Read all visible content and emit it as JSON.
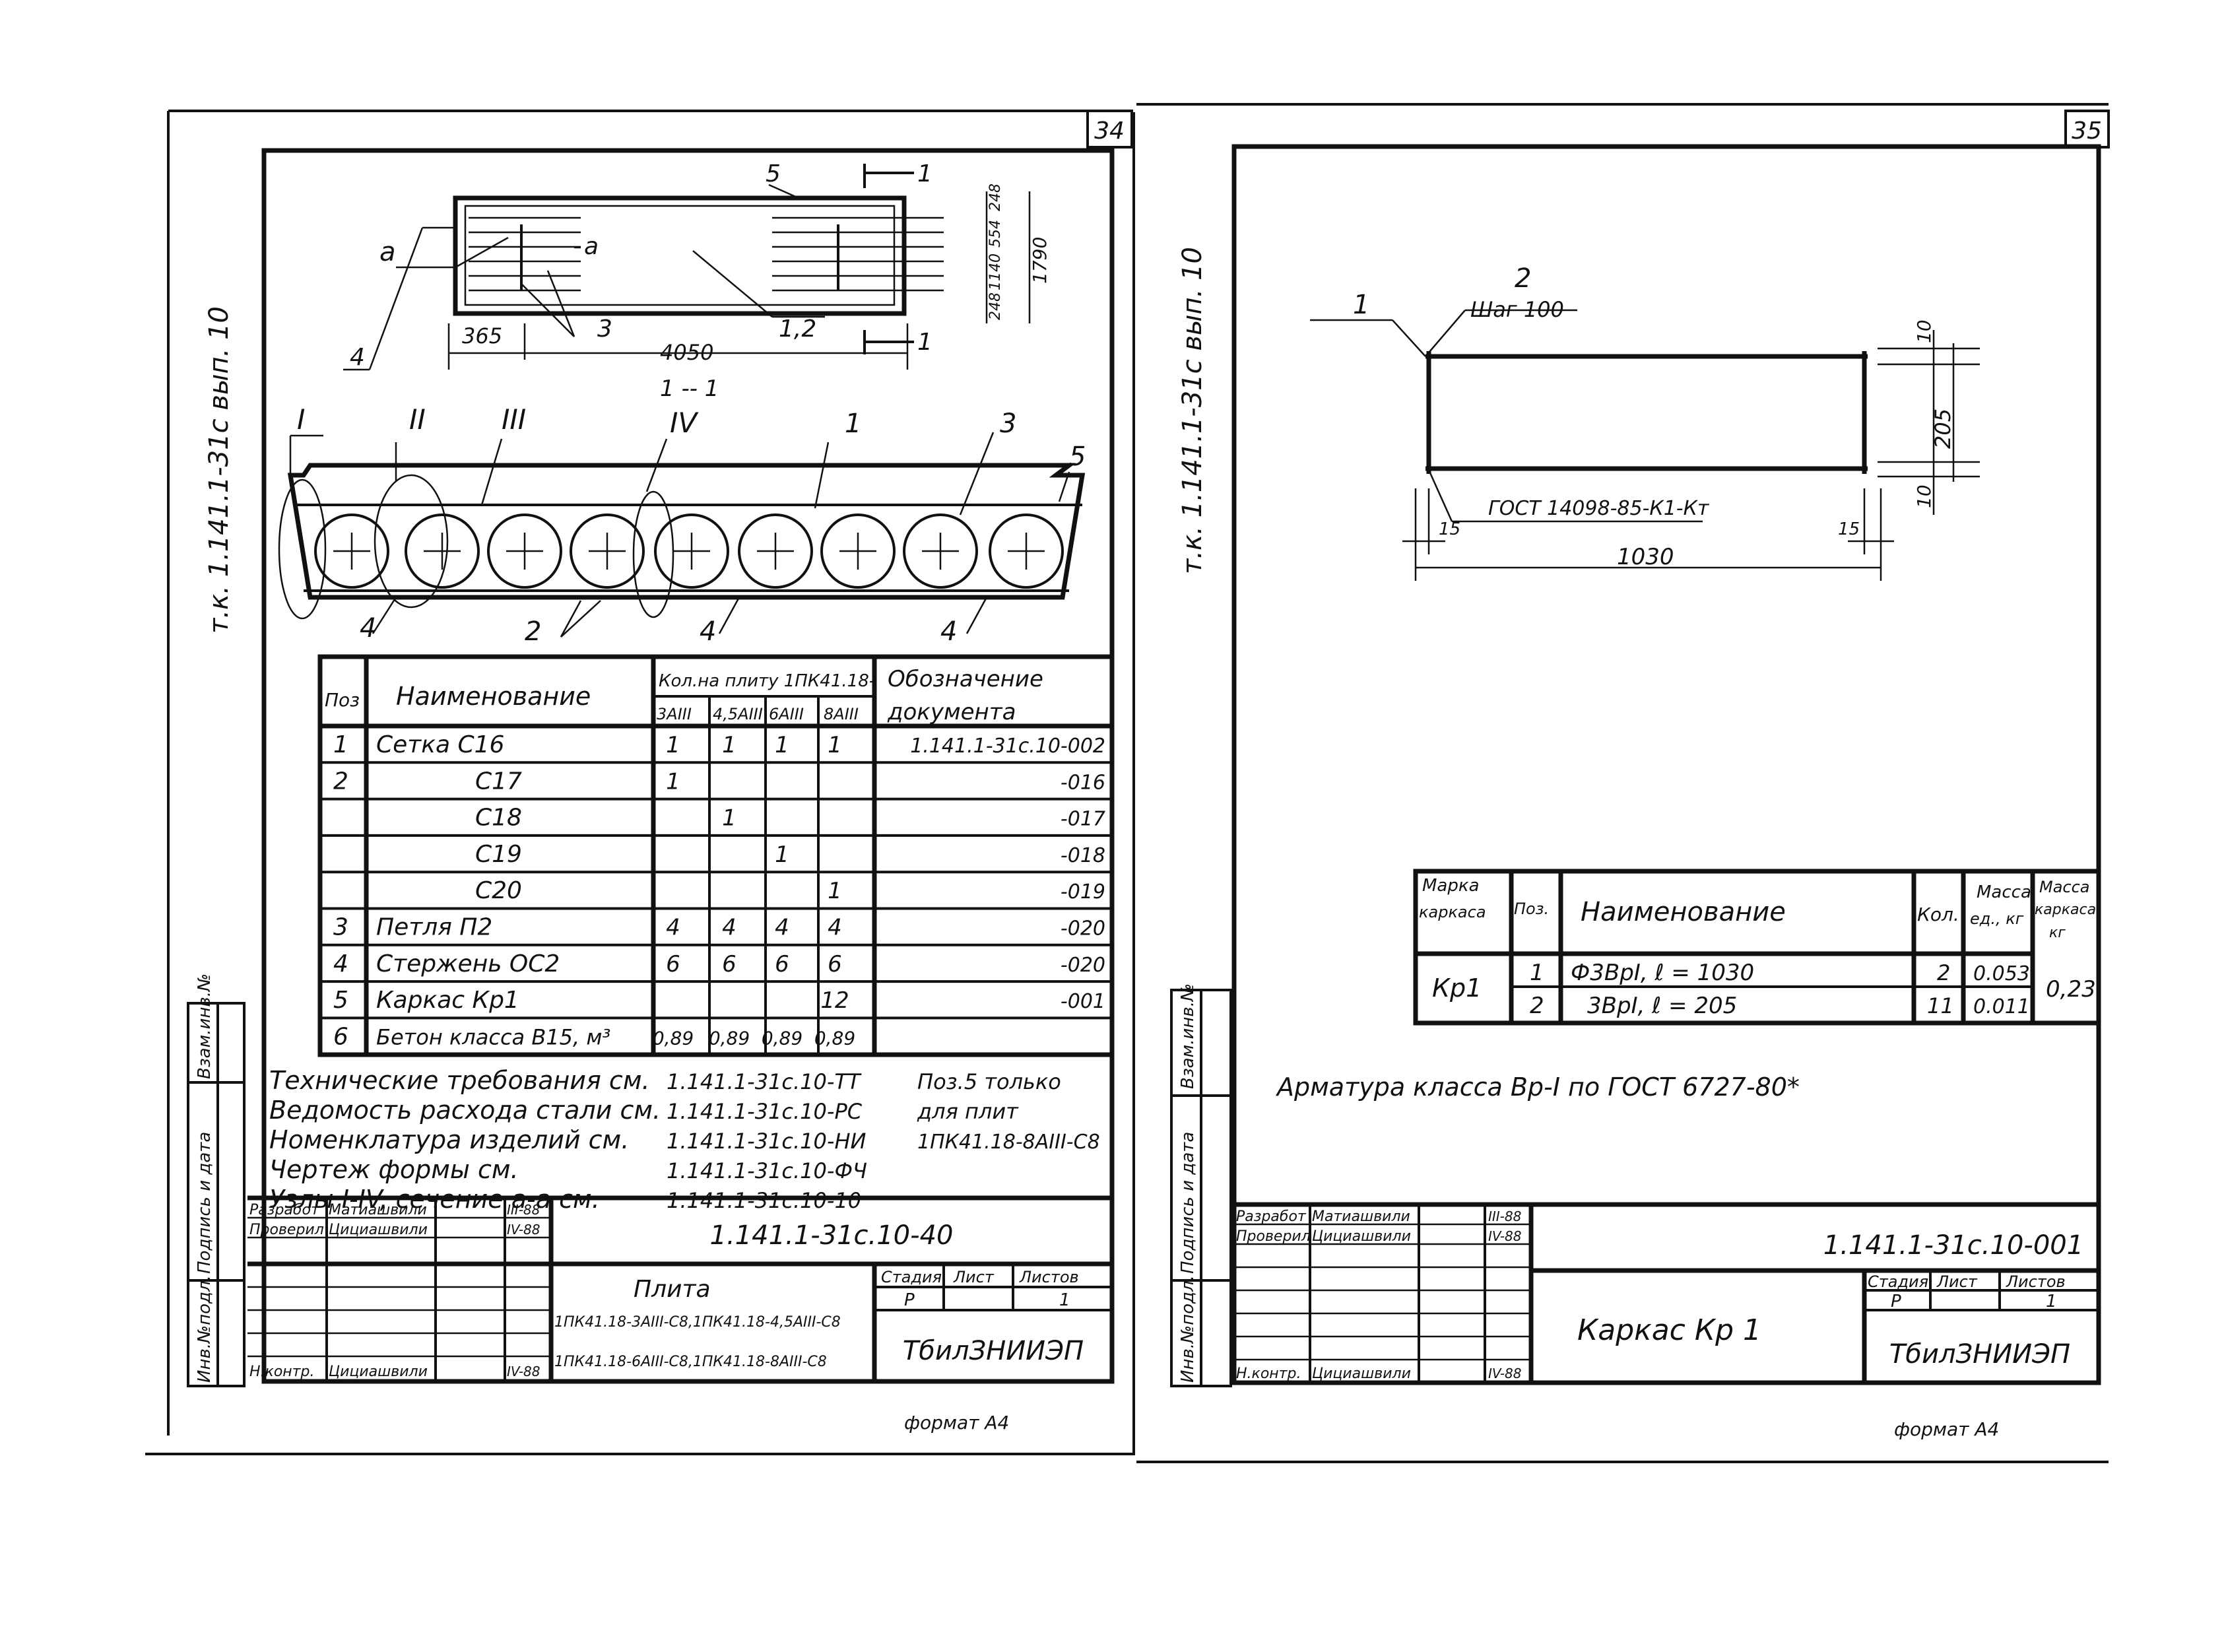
{
  "sheet_left": {
    "sheet_number": "34",
    "side_label": "т.к. 1.141.1-31с вып. 10",
    "plan": {
      "label_a_left": "а",
      "label_a_inner": "а",
      "label_5": "5",
      "label_4": "4",
      "label_3": "3",
      "label_12": "1,2",
      "dim_365": "365",
      "dim_4050": "4050",
      "cut_label": "1 -- 1",
      "cut_mark_top": "1",
      "cut_mark_bottom": "1",
      "dims_right": [
        "248",
        "1140",
        "554",
        "248"
      ],
      "dim_total": "1790"
    },
    "section": {
      "nodes": [
        "I",
        "II",
        "III",
        "IV"
      ],
      "pos1": "1",
      "pos3": "3",
      "pos5": "5",
      "pos4": [
        "4",
        "4",
        "4"
      ],
      "pos2": "2"
    },
    "spec_table": {
      "header_pos": "Поз",
      "header_name": "Наименование",
      "header_qty": "Кол.на плиту 1ПК41.18-",
      "qty_cols": [
        "3АIII",
        "4,5АIII",
        "6АIII",
        "8АIII"
      ],
      "header_doc_1": "Обозначение",
      "header_doc_2": "документа",
      "rows": [
        {
          "pos": "1",
          "name": "Сетка  С16",
          "q": [
            "1",
            "1",
            "1",
            "1"
          ],
          "doc": "1.141.1-31с.10-002"
        },
        {
          "pos": "2",
          "name": "С17",
          "q": [
            "1",
            "",
            "",
            ""
          ],
          "doc": "-016"
        },
        {
          "pos": "",
          "name": "С18",
          "q": [
            "",
            "1",
            "",
            ""
          ],
          "doc": "-017"
        },
        {
          "pos": "",
          "name": "С19",
          "q": [
            "",
            "",
            "1",
            ""
          ],
          "doc": "-018"
        },
        {
          "pos": "",
          "name": "С20",
          "q": [
            "",
            "",
            "",
            "1"
          ],
          "doc": "-019"
        },
        {
          "pos": "3",
          "name": "Петля  П2",
          "q": [
            "4",
            "4",
            "4",
            "4"
          ],
          "doc": "-020"
        },
        {
          "pos": "4",
          "name": "Стержень ОС2",
          "q": [
            "6",
            "6",
            "6",
            "6"
          ],
          "doc": "-020"
        },
        {
          "pos": "5",
          "name": "Каркас  Кр1",
          "q": [
            "",
            "",
            "",
            "12"
          ],
          "doc": "-001"
        },
        {
          "pos": "6",
          "name": "Бетон класса В15, м³",
          "q": [
            "0,89",
            "0,89",
            "0,89",
            "0,89"
          ],
          "doc": ""
        }
      ]
    },
    "notes": [
      {
        "text": "Технические требования см.",
        "ref": "1.141.1-31с.10-ТТ"
      },
      {
        "text": "Ведомость расхода стали см.",
        "ref": "1.141.1-31с.10-РС"
      },
      {
        "text": "Номенклатура изделий см.",
        "ref": "1.141.1-31с.10-НИ"
      },
      {
        "text": "Чертеж формы см.",
        "ref": "1.141.1-31с.10-ФЧ"
      },
      {
        "text": "Узлы I-IV, сечение а-а см.",
        "ref": "1.141.1-31с.10-10"
      }
    ],
    "side_note": [
      "Поз.5 только",
      "для плит",
      "1ПК41.18-8АIII-С8"
    ],
    "side_frame": [
      "Инв.№подл.",
      "Подпись и дата",
      "Взам.инв.№"
    ],
    "title_block": {
      "rows": [
        {
          "role": "Разработ",
          "name": "Матиашвили",
          "sign": "",
          "date": "III-88"
        },
        {
          "role": "Проверил",
          "name": "Цициашвили",
          "sign": "",
          "date": "IV-88"
        },
        {
          "role": "Н.контр.",
          "name": "Цициашвили",
          "sign": "",
          "date": "IV-88"
        }
      ],
      "code": "1.141.1-31с.10-40",
      "title": "Плита",
      "title_line1": "1ПК41.18-3АIII-С8,1ПК41.18-4,5АIII-С8",
      "title_line2": "1ПК41.18-6АIII-С8,1ПК41.18-8АIII-С8",
      "stage_label": "Стадия",
      "sheet_label": "Лист",
      "sheets_label": "Листов",
      "stage": "Р",
      "sheets": "1",
      "org": "ТбилЗНИИЭП"
    },
    "format": "формат А4"
  },
  "sheet_right": {
    "sheet_number": "35",
    "side_label": "т.к. 1.141.1-31с вып. 10",
    "frame_drawing": {
      "pos1": "1",
      "pos2": "2",
      "step": "Шаг 100",
      "gost": "ГОСТ 14098-85-К1-Кт",
      "dim_15_left": "15",
      "dim_15_right": "15",
      "dim_length": "1030",
      "dim_height": "205",
      "dim_top": "10",
      "dim_bottom": "10"
    },
    "spec_table": {
      "header_mark": [
        "Марка",
        "каркаса"
      ],
      "header_pos": "Поз.",
      "header_name": "Наименование",
      "header_qty": "Кол.",
      "header_mass_unit": [
        "Масса",
        "ед., кг"
      ],
      "header_mass_frame": [
        "Масса",
        "каркаса",
        "кг"
      ],
      "mark": "Кр1",
      "rows": [
        {
          "pos": "1",
          "name": "Ф3ВрI, ℓ = 1030",
          "qty": "2",
          "mass": "0.053"
        },
        {
          "pos": "2",
          "name": "3ВрI, ℓ = 205",
          "qty": "11",
          "mass": "0.011"
        }
      ],
      "frame_mass": "0,23"
    },
    "note": "Арматура класса Вр-I  по ГОСТ 6727-80*",
    "side_frame": [
      "Инв.№подл.",
      "Подпись и дата",
      "Взам.инв.№"
    ],
    "title_block": {
      "rows": [
        {
          "role": "Разработ",
          "name": "Матиашвили",
          "sign": "",
          "date": "III-88"
        },
        {
          "role": "Проверил",
          "name": "Цициашвили",
          "sign": "",
          "date": "IV-88"
        },
        {
          "role": "Н.контр.",
          "name": "Цициашвили",
          "sign": "",
          "date": "IV-88"
        }
      ],
      "code": "1.141.1-31с.10-001",
      "title": "Каркас  Кр 1",
      "stage_label": "Стадия",
      "sheet_label": "Лист",
      "sheets_label": "Листов",
      "stage": "Р",
      "sheets": "1",
      "org": "ТбилЗНИИЭП"
    },
    "format": "формат А4"
  }
}
